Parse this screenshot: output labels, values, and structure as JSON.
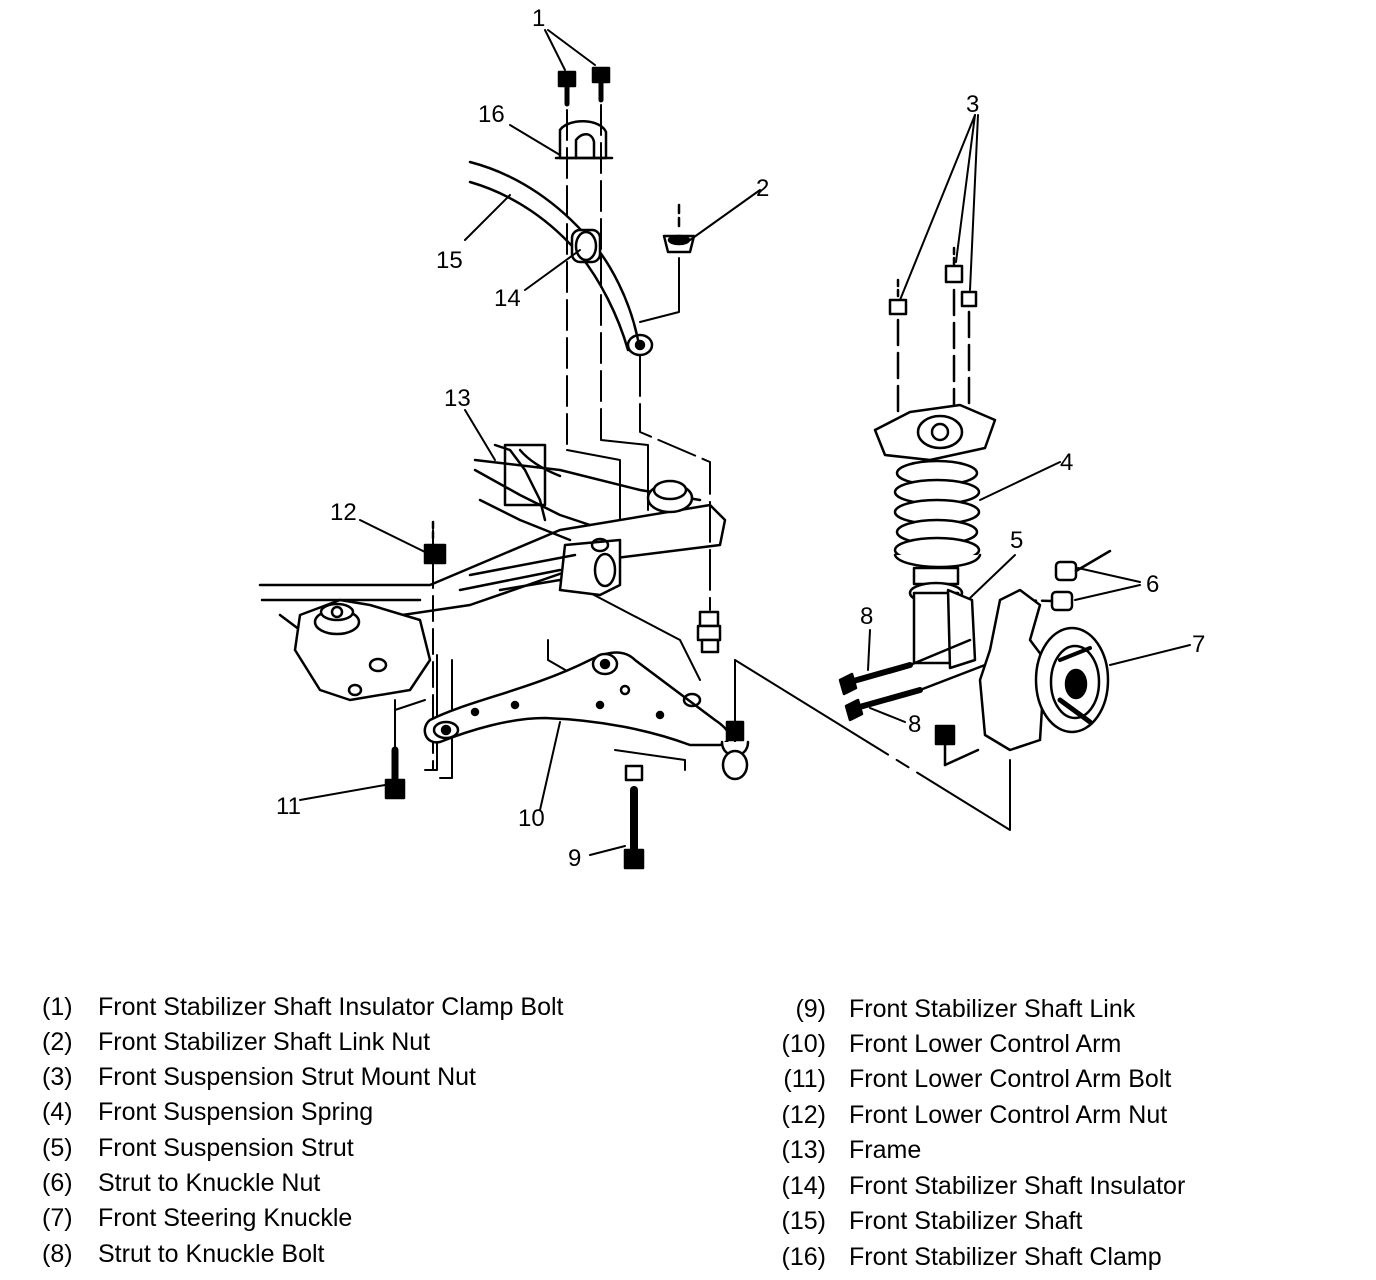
{
  "callouts": [
    "1",
    "2",
    "3",
    "4",
    "5",
    "6",
    "7",
    "8",
    "8",
    "9",
    "10",
    "11",
    "12",
    "13",
    "14",
    "15",
    "16"
  ],
  "legend": {
    "left": [
      {
        "num": "(1)",
        "label": "Front Stabilizer Shaft Insulator Clamp Bolt"
      },
      {
        "num": "(2)",
        "label": "Front Stabilizer Shaft Link Nut"
      },
      {
        "num": "(3)",
        "label": "Front Suspension Strut Mount Nut"
      },
      {
        "num": "(4)",
        "label": "Front Suspension Spring"
      },
      {
        "num": "(5)",
        "label": "Front Suspension Strut"
      },
      {
        "num": "(6)",
        "label": "Strut to Knuckle Nut"
      },
      {
        "num": "(7)",
        "label": "Front Steering Knuckle"
      },
      {
        "num": "(8)",
        "label": "Strut to Knuckle Bolt"
      }
    ],
    "right": [
      {
        "num": "(9)",
        "label": "Front Stabilizer Shaft Link"
      },
      {
        "num": "(10)",
        "label": "Front Lower Control Arm"
      },
      {
        "num": "(11)",
        "label": "Front Lower Control Arm Bolt"
      },
      {
        "num": "(12)",
        "label": "Front Lower Control Arm Nut"
      },
      {
        "num": "(13)",
        "label": "Frame"
      },
      {
        "num": "(14)",
        "label": "Front Stabilizer Shaft Insulator"
      },
      {
        "num": "(15)",
        "label": "Front Stabilizer Shaft"
      },
      {
        "num": "(16)",
        "label": "Front Stabilizer Shaft Clamp"
      }
    ]
  }
}
